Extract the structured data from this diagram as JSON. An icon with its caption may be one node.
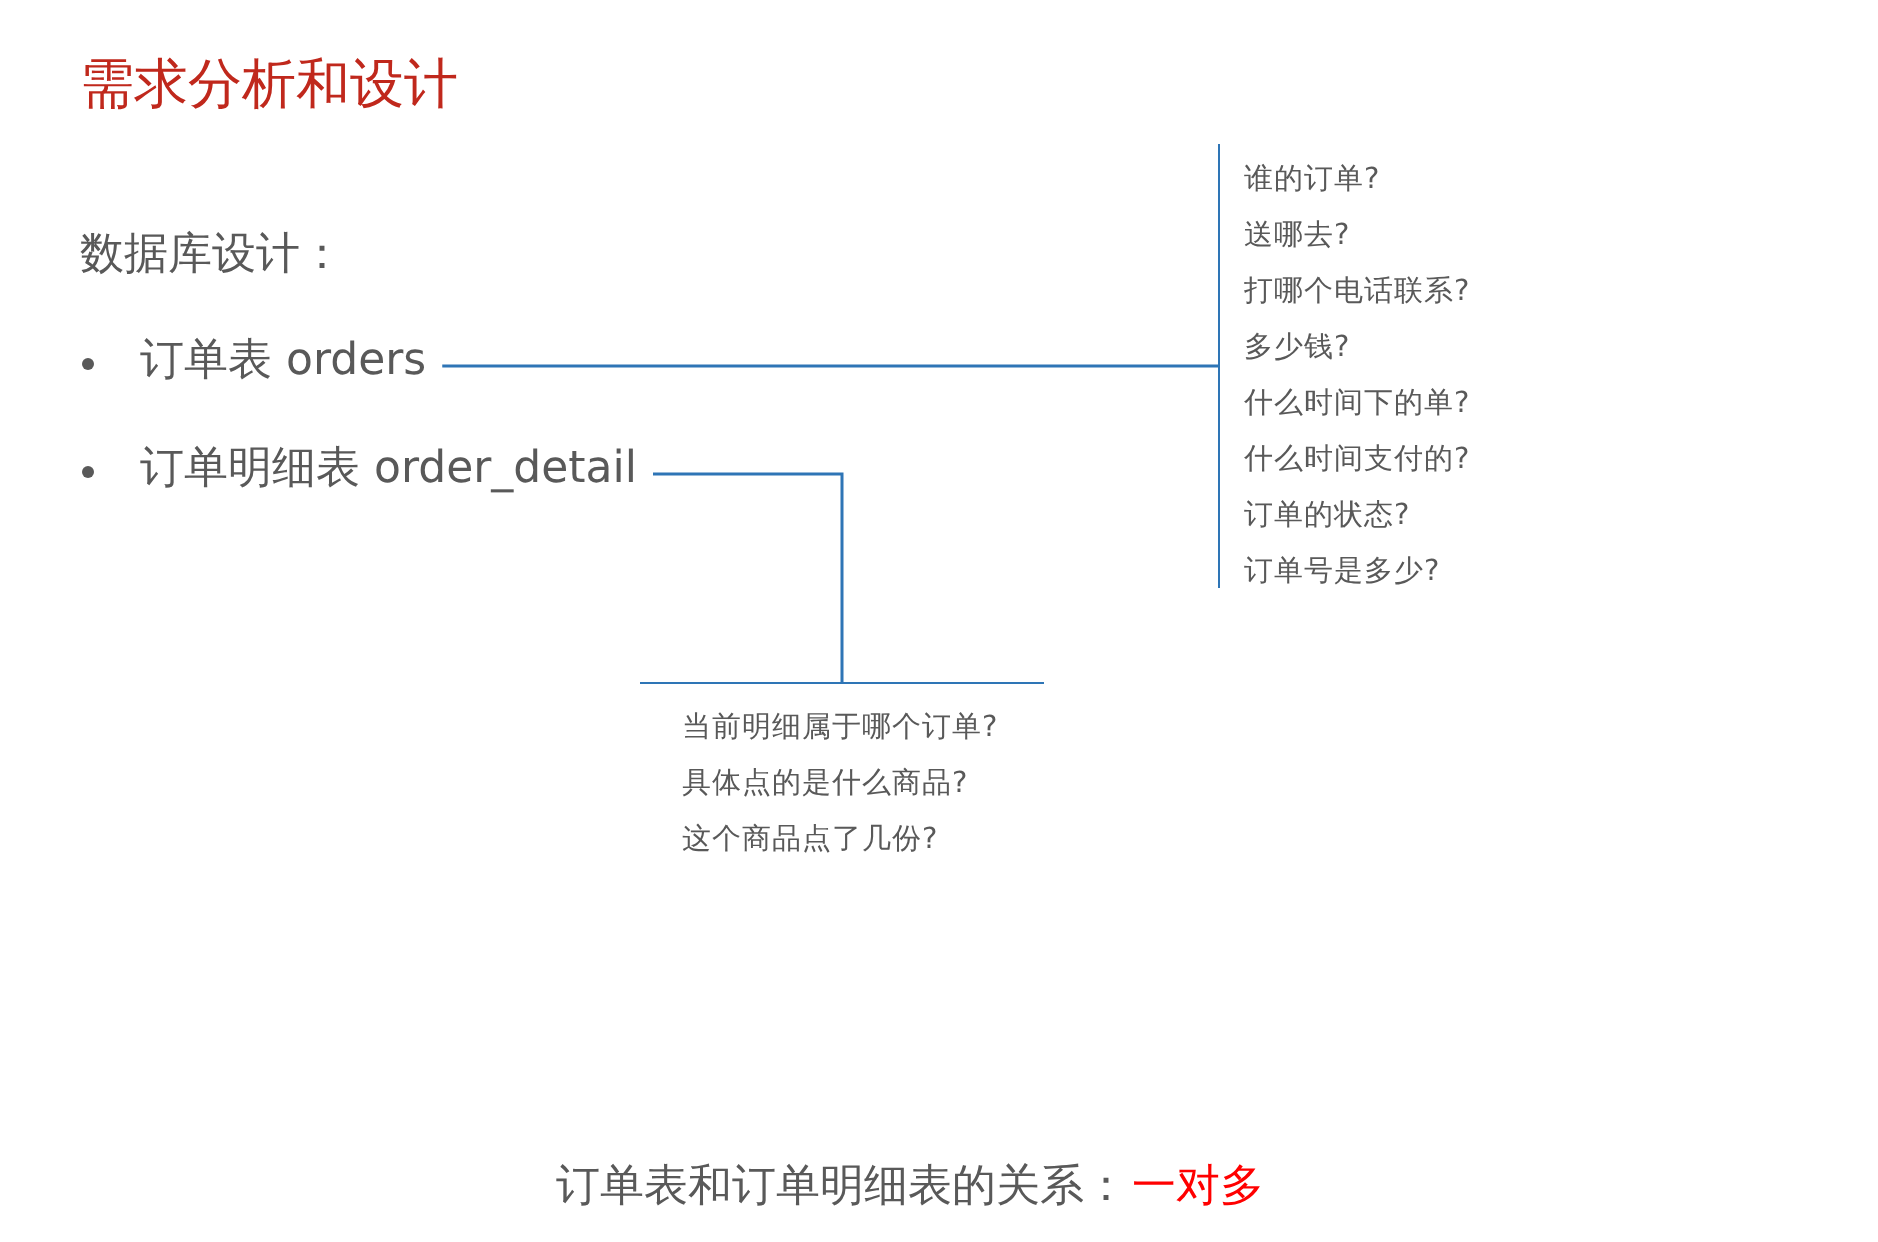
{
  "diagram": {
    "title": "需求分析和设计",
    "nodes": [
      {
        "text": [
          "订单表 orders"
        ]
      },
      {
        "text": [
          "订单明细表 order_detail"
        ]
      },
      {
        "text": [
          "谁的订单?",
          "送哪去?",
          "打哪个电话联系?",
          "多少钱?",
          "什么时间下的单?",
          "什么时间支付的?",
          "订单的状态?",
          "订单号是多少?"
        ]
      },
      {
        "text": [
          "当前明细属于哪个订单?",
          "具体点的是什么商品?",
          "这个商品点了几份?"
        ]
      }
    ],
    "edges": [
      {
        "from": 0,
        "to": 2,
        "arrow": "none"
      },
      {
        "from": 1,
        "to": 3,
        "arrow": "none"
      }
    ],
    "labels": [
      "数据库设计：",
      "订单表和订单明细表的关系：",
      "一对多"
    ]
  }
}
